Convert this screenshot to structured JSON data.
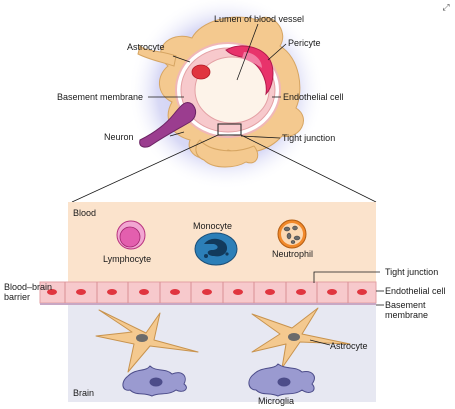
{
  "icons": {
    "corner": "expand-icon"
  },
  "labels": {
    "lumen": "Lumen of blood vessel",
    "astrocyte_top": "Astrocyte",
    "pericyte": "Pericyte",
    "basement_membrane_top": "Basement membrane",
    "endothelial_cell_top": "Endothelial cell",
    "neuron": "Neuron",
    "tight_junction_top": "Tight junction",
    "blood": "Blood",
    "lymphocyte": "Lymphocyte",
    "monocyte": "Monocyte",
    "neutrophil": "Neutrophil",
    "bbb_line1": "Blood–brain",
    "bbb_line2": "barrier",
    "tight_junction": "Tight junction",
    "endothelial_cell": "Endothelial cell",
    "basement_line1": "Basement",
    "basement_line2": "membrane",
    "astrocyte": "Astrocyte",
    "brain": "Brain",
    "microglia": "Microglia"
  },
  "colors": {
    "halo": "#c9c9ef",
    "astrocyte": "#f4c98f",
    "blood_bg": "#fbe3cc",
    "brain_bg": "#e7e8f2",
    "endothelial": "#f7c9cc",
    "nucleus": "#e0353f",
    "pericyte": "#e8336b",
    "neuron": "#9b3d8f",
    "lymphocyte": "#e35fae",
    "monocyte": "#2c7fb8",
    "neutrophil": "#f1892b",
    "microglia": "#9a9ad0"
  }
}
